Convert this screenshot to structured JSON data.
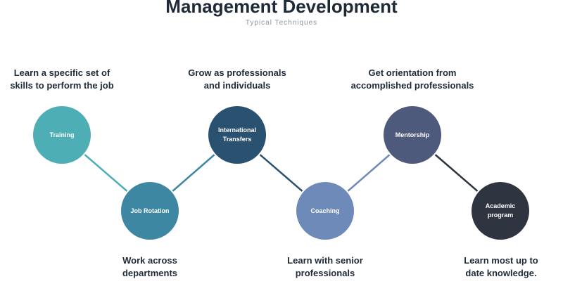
{
  "header": {
    "title": "Management Development",
    "subtitle": "Typical Techniques"
  },
  "techniques": [
    {
      "label": "Training",
      "color": "#4eaeb6",
      "caption": "Learn a specific set of\nskills to perform the job"
    },
    {
      "label": "Job Rotation",
      "color": "#3d87a3",
      "caption": "Work across\ndepartments"
    },
    {
      "label": "International\nTransfers",
      "color": "#2a5270",
      "caption": "Grow as professionals\nand individuals"
    },
    {
      "label": "Coaching",
      "color": "#6e8ab8",
      "caption": "Learn with senior\nprofessionals"
    },
    {
      "label": "Mentorship",
      "color": "#4d5a7c",
      "caption": "Get orientation from\naccomplished professionals"
    },
    {
      "label": "Academic\nprogram",
      "color": "#2e3540",
      "caption": "Learn most up to\ndate knowledge."
    }
  ]
}
